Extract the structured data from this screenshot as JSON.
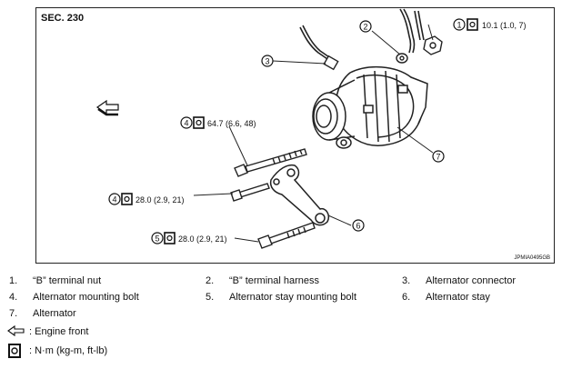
{
  "section_label": "SEC. 230",
  "figure_code": "JPMIA0495GB",
  "callouts": [
    {
      "num": "1",
      "torque": "10.1 (1.0, 7)"
    },
    {
      "num": "2"
    },
    {
      "num": "3"
    },
    {
      "num": "4",
      "torque": "64.7 (6.6, 48)"
    },
    {
      "num": "4",
      "torque": "28.0 (2.9, 21)"
    },
    {
      "num": "5",
      "torque": "28.0 (2.9, 21)"
    },
    {
      "num": "6"
    },
    {
      "num": "7"
    }
  ],
  "legend_items": [
    {
      "num": "1.",
      "label": "“B” terminal nut"
    },
    {
      "num": "2.",
      "label": "“B” terminal harness"
    },
    {
      "num": "3.",
      "label": "Alternator connector"
    },
    {
      "num": "4.",
      "label": "Alternator mounting bolt"
    },
    {
      "num": "5.",
      "label": "Alternator stay mounting bolt"
    },
    {
      "num": "6.",
      "label": "Alternator stay"
    },
    {
      "num": "7.",
      "label": "Alternator"
    }
  ],
  "symbol_legend": [
    {
      "icon": "arrow-engine-front-icon",
      "label": ": Engine front"
    },
    {
      "icon": "torque-wrench-icon",
      "label": ": N·m (kg-m, ft-lb)"
    }
  ]
}
